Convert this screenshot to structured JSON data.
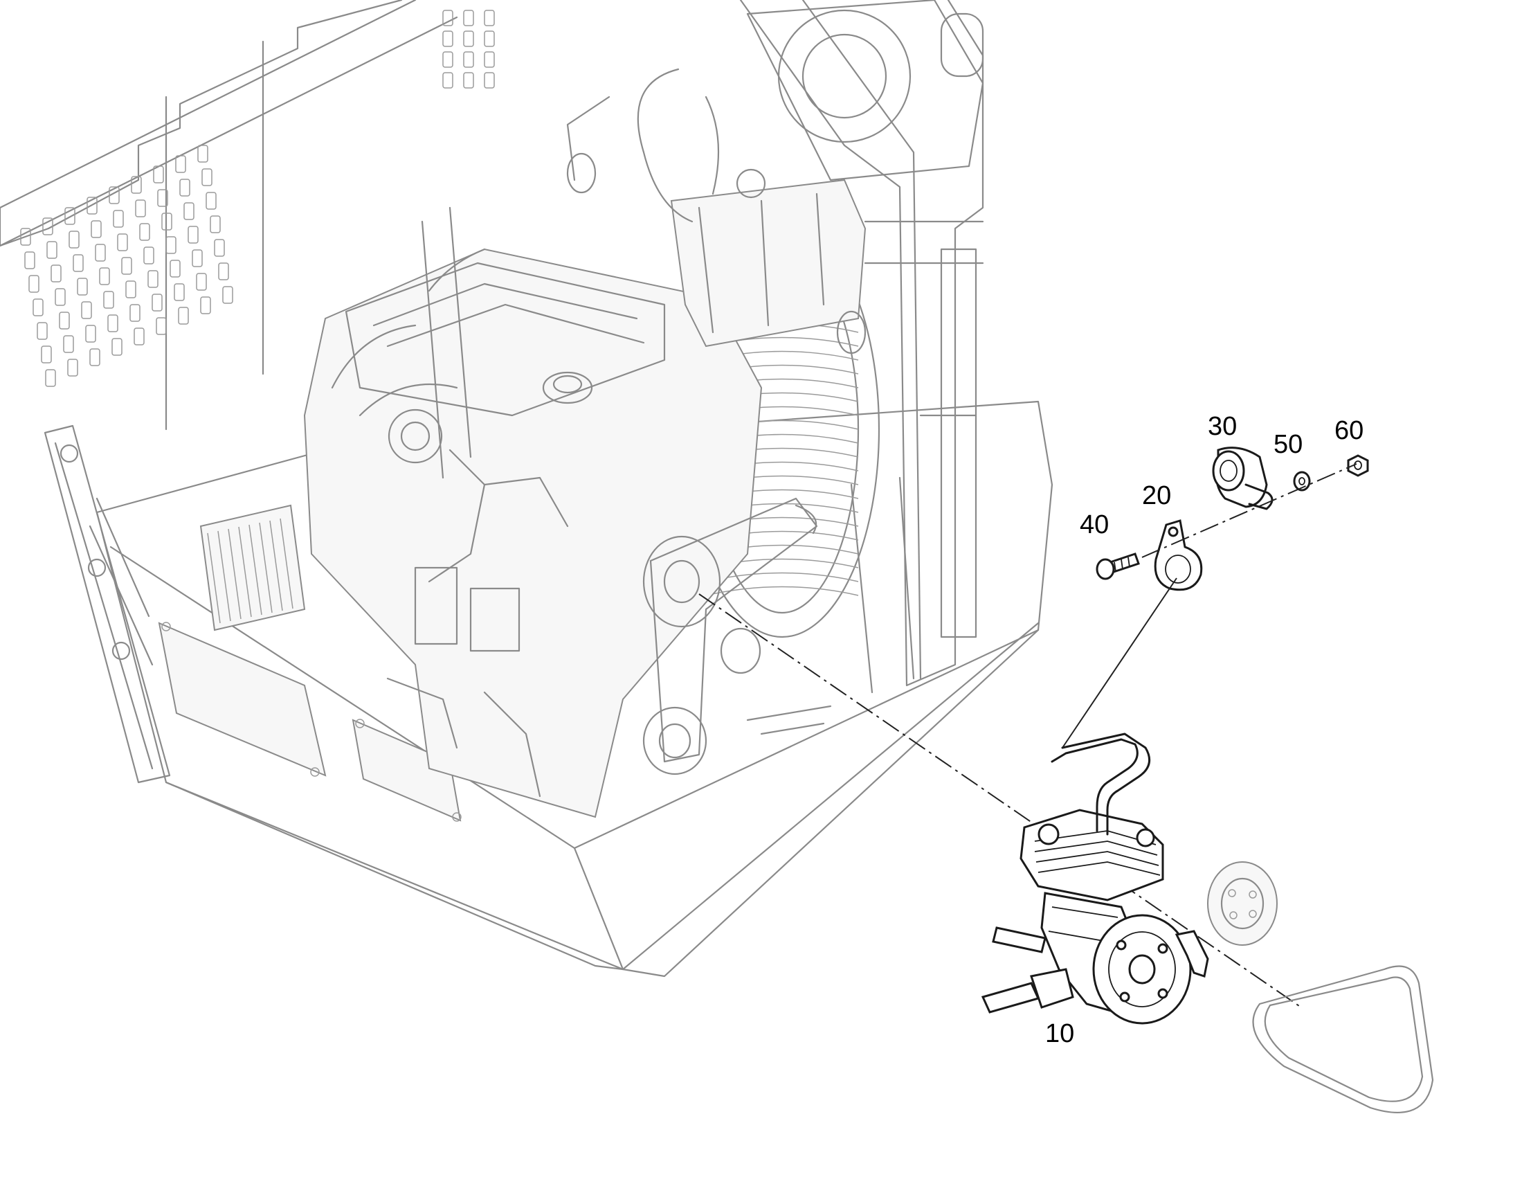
{
  "diagram": {
    "type": "exploded-parts-drawing",
    "callouts": [
      {
        "id": "c10",
        "text": "10"
      },
      {
        "id": "c20",
        "text": "20"
      },
      {
        "id": "c30",
        "text": "30"
      },
      {
        "id": "c40",
        "text": "40"
      },
      {
        "id": "c50",
        "text": "50"
      },
      {
        "id": "c60",
        "text": "60"
      }
    ]
  }
}
